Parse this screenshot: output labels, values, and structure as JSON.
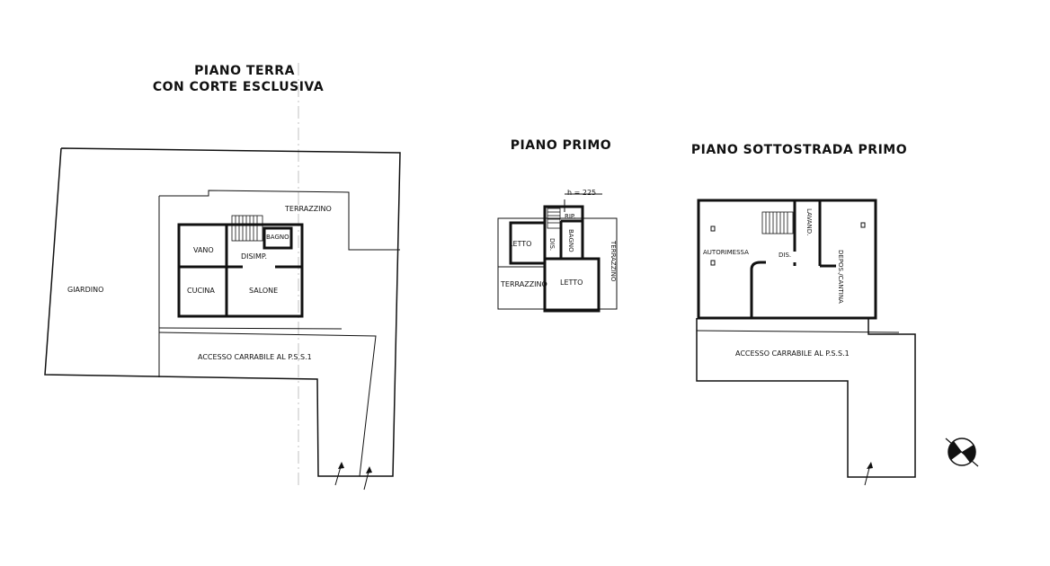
{
  "titles": {
    "ground_line1": "PIANO TERRA",
    "ground_line2": "CON CORTE ESCLUSIVA",
    "first": "PIANO PRIMO",
    "basement": "PIANO SOTTOSTRADA PRIMO"
  },
  "ground_floor": {
    "giardino": "GIARDINO",
    "terrazzino": "TERRAZZINO",
    "vano": "VANO",
    "bagno": "BAGNO",
    "disimp": "DISIMP.",
    "cucina": "CUCINA",
    "salone": "SALONE",
    "access": "ACCESSO CARRABILE AL P.S.S.1"
  },
  "first_floor": {
    "height_note": "h = 225",
    "rip": "RIP.",
    "letto_1": "LETTO",
    "dis": "DIS.",
    "bagno": "BAGNO",
    "terrazzino_left": "TERRAZZINO",
    "letto_2": "LETTO",
    "terrazzino_right": "TERRAZZINO"
  },
  "basement_floor": {
    "autorimessa": "AUTORIMESSA",
    "lavand": "LAVAND.",
    "dis": "DIS.",
    "depos": "DEPOS./CANTINA",
    "access": "ACCESSO CARRABILE AL P.S.S.1"
  },
  "icons": [
    "north-arrow-icon",
    "access-arrow-icon"
  ]
}
